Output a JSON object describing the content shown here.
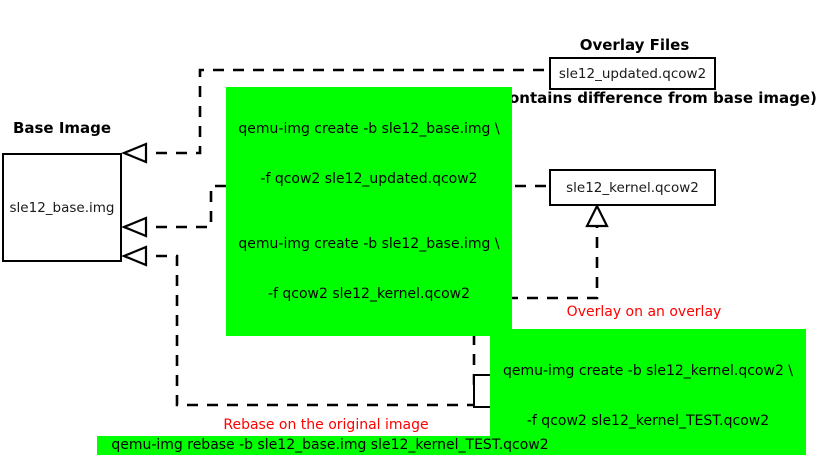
{
  "diagram": {
    "title_overlay": {
      "line1": "Overlay Files",
      "line2": "(only contains difference from base image)"
    },
    "base_image_title": "Base Image",
    "boxes": {
      "base": "sle12_base.img",
      "updated": "sle12_updated.qcow2",
      "kernel": "sle12_kernel.qcow2",
      "kernel_test": "sle12_kernel_TEST.qcow2"
    },
    "commands": {
      "create_updated_line1": "qemu-img create -b sle12_base.img \\",
      "create_updated_line2": "-f qcow2 sle12_updated.qcow2",
      "create_kernel_line1": "qemu-img create -b sle12_base.img \\",
      "create_kernel_line2": "-f qcow2 sle12_kernel.qcow2",
      "create_kernel_test_line1": "qemu-img create -b sle12_kernel.qcow2 \\",
      "create_kernel_test_line2": "-f qcow2 sle12_kernel_TEST.qcow2",
      "rebase": "qemu-img rebase -b sle12_base.img sle12_kernel_TEST.qcow2"
    },
    "notes": {
      "overlay_on_overlay": "Overlay on an overlay",
      "rebase_original": "Rebase on the original image"
    },
    "colors": {
      "highlight": "#00ff00",
      "note": "#ff0000",
      "stroke": "#000000",
      "background": "#ffffff"
    }
  }
}
